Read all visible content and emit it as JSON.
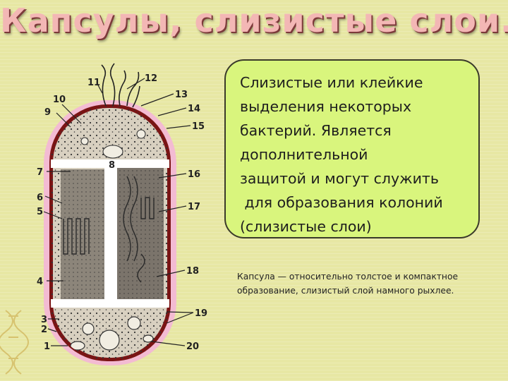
{
  "slide": {
    "title": "Капсулы, слизистые слои.",
    "callout_text": "Слизистые или клейкие\nвыделения некоторых\nбактерий. Является\nдополнительной\nзащитой и могут служить\n для образования колоний\n(слизистые слои)",
    "caption_text": "Капсула — относительно толстое и компактное\nобразование, слизистый слой намного рыхлее."
  },
  "diagram": {
    "labels_left": [
      "10",
      "9",
      "7",
      "6",
      "5",
      "4",
      "3",
      "2",
      "1"
    ],
    "labels_top": [
      "11",
      "12",
      "8"
    ],
    "labels_right": [
      "13",
      "14",
      "15",
      "16",
      "17",
      "18",
      "19",
      "20"
    ]
  },
  "colors": {
    "background": "#e7e7a4",
    "callout_fill": "#d9f57d",
    "title_fill": "#f3b7b5",
    "capsule_halo": "#f2a3d2",
    "cell_wall": "#7a1414"
  }
}
